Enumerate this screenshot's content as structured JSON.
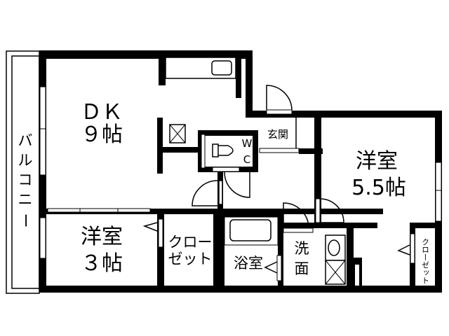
{
  "floorplan": {
    "rooms": {
      "dk": {
        "name": "ＤＫ",
        "size": "９帖"
      },
      "western_55": {
        "name": "洋室",
        "size": "5.5帖"
      },
      "western_3": {
        "name": "洋室",
        "size": "３帖"
      },
      "closet_main": {
        "line1": "クロー",
        "line2": "ゼット"
      },
      "closet_small": {
        "label": "クローゼット"
      },
      "bath": {
        "label": "浴室"
      },
      "washroom": {
        "line1": "洗",
        "line2": "面"
      },
      "entrance": {
        "label": "玄関"
      },
      "wc": {
        "line1": "W",
        "line2": "C"
      },
      "balcony": {
        "chars": [
          "バ",
          "ル",
          "コ",
          "ニ",
          "ー"
        ]
      }
    },
    "colors": {
      "wall": "#000000",
      "background": "#ffffff"
    }
  }
}
